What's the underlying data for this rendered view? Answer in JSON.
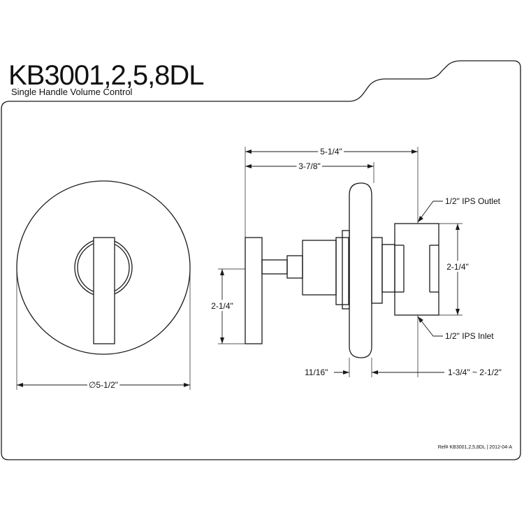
{
  "title": "KB3001,2,5,8DL",
  "subtitle": "Single Handle Volume Control",
  "dimensions": {
    "overall_depth": "5-1/4\"",
    "plate_to_handle": "3-7/8\"",
    "handle_height": "2-1/4\"",
    "valve_height": "2-1/4\"",
    "plate_thickness": "11/16\"",
    "wall_range": "1-3/4\" ~ 2-1/2\"",
    "plate_diameter": "∅5-1/2\""
  },
  "callouts": {
    "outlet": "1/2\" IPS Outlet",
    "inlet": "1/2\" IPS Inlet"
  },
  "reference": "Ref# KB3001,2,5,8DL | 2012-04-A"
}
